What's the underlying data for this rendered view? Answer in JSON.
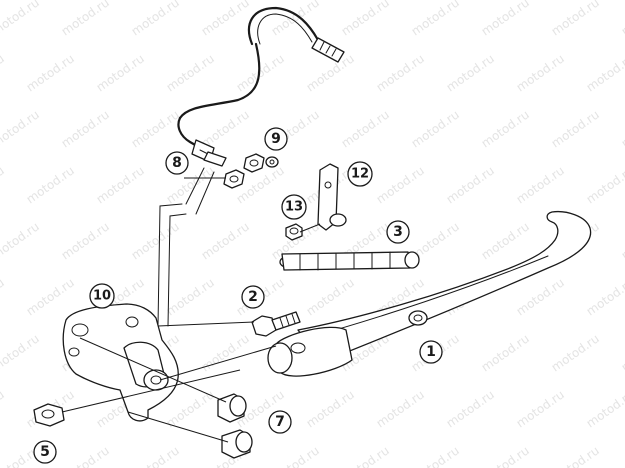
{
  "watermark": {
    "text": "motod.ru",
    "color": "#e4e4e4"
  },
  "colors": {
    "line": "#1a1a1a",
    "background": "#ffffff"
  },
  "callouts": [
    {
      "id": "c1",
      "label": "1"
    },
    {
      "id": "c2",
      "label": "2"
    },
    {
      "id": "c3",
      "label": "3"
    },
    {
      "id": "c5",
      "label": "5"
    },
    {
      "id": "c7",
      "label": "7"
    },
    {
      "id": "c8",
      "label": "8"
    },
    {
      "id": "c9",
      "label": "9"
    },
    {
      "id": "c10",
      "label": "10"
    },
    {
      "id": "c12",
      "label": "12"
    },
    {
      "id": "c13",
      "label": "13"
    }
  ],
  "parts": [
    "side-stand-leg",
    "bolt",
    "spring",
    "nut",
    "bushing",
    "sensor-cable",
    "washer",
    "mounting-bracket",
    "spring-hook",
    "hook-screw"
  ]
}
